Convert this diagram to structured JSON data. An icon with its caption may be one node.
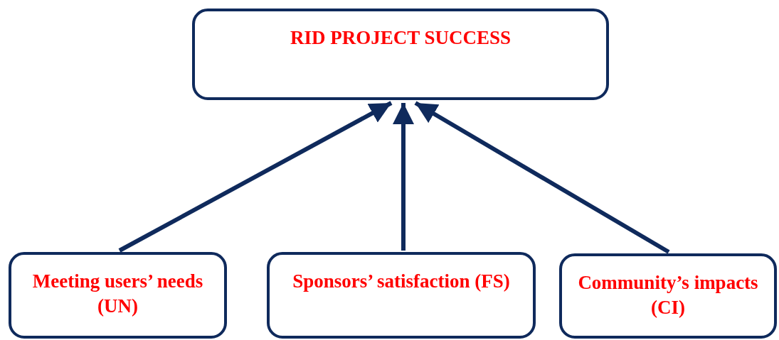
{
  "diagram": {
    "nodes": [
      {
        "text": [
          "RID PROJECT SUCCESS"
        ]
      },
      {
        "text": [
          "Meeting users’ needs (UN)"
        ]
      },
      {
        "text": [
          "Sponsors’ satisfaction (FS)"
        ]
      },
      {
        "text": [
          "Community’s impacts (CI)"
        ]
      }
    ],
    "edges": [
      {
        "from": 1,
        "to": 0,
        "arrow": "to"
      },
      {
        "from": 2,
        "to": 0,
        "arrow": "to"
      },
      {
        "from": 3,
        "to": 0,
        "arrow": "to"
      }
    ]
  }
}
